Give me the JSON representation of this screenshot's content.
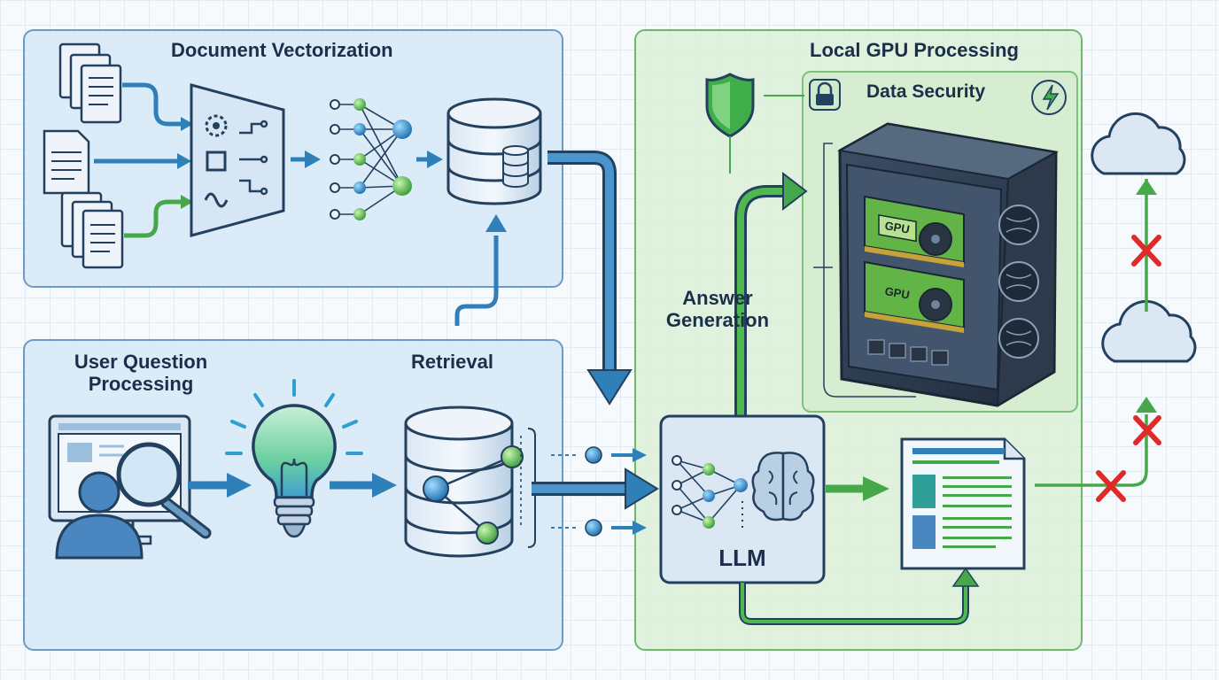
{
  "sections": {
    "vectorization": {
      "title": "Document Vectorization"
    },
    "question": {
      "title": "User Question Processing"
    },
    "retrieval": {
      "title": "Retrieval"
    },
    "local_gpu": {
      "title": "Local GPU Processing"
    },
    "security": {
      "title": "Data Security"
    }
  },
  "labels": {
    "answer_generation": "Answer Generation",
    "llm": "LLM",
    "gpu_card_1": "GPU",
    "gpu_card_2": "GPU"
  },
  "colors": {
    "blue_accent": "#2f7fb8",
    "green_accent": "#46a84a",
    "blocked_red": "#e02a2a",
    "navy_outline": "#23405e"
  },
  "icons": [
    "document-stack-icon",
    "document-icon",
    "vectorizer-icon",
    "neural-network-icon",
    "vector-database-icon",
    "user-search-icon",
    "lightbulb-icon",
    "retrieval-database-icon",
    "llm-brain-icon",
    "shield-icon",
    "lock-icon",
    "power-icon",
    "gpu-server-icon",
    "answer-document-icon",
    "cloud-icon",
    "blocked-x-icon"
  ]
}
